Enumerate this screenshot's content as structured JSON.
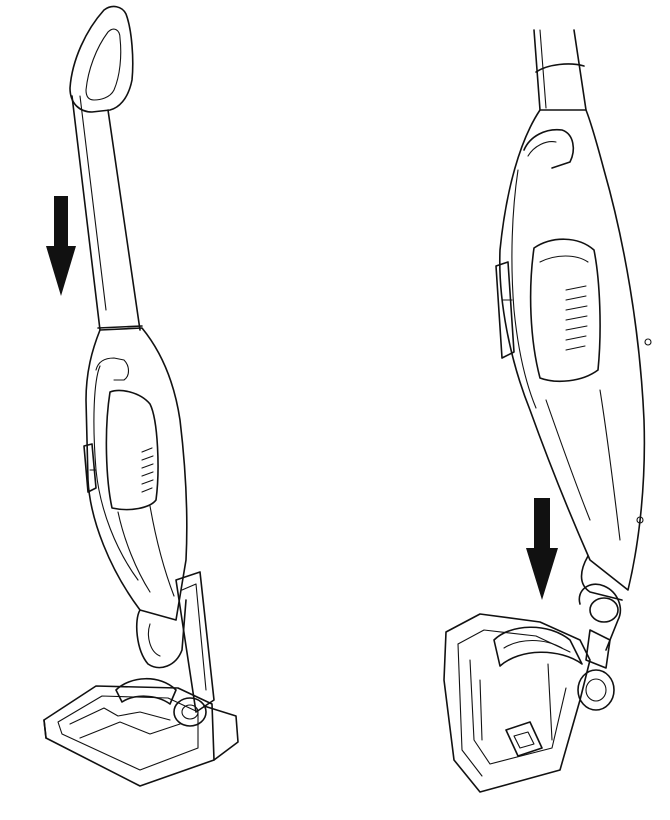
{
  "figure": {
    "panels": [
      {
        "id": "upright",
        "arrow": "down",
        "arrow_icon": "down-arrow-icon"
      },
      {
        "id": "attach-floor-head",
        "arrow": "down",
        "arrow_icon": "down-arrow-icon"
      }
    ],
    "colors": {
      "line": "#111111",
      "background": "#ffffff"
    }
  }
}
